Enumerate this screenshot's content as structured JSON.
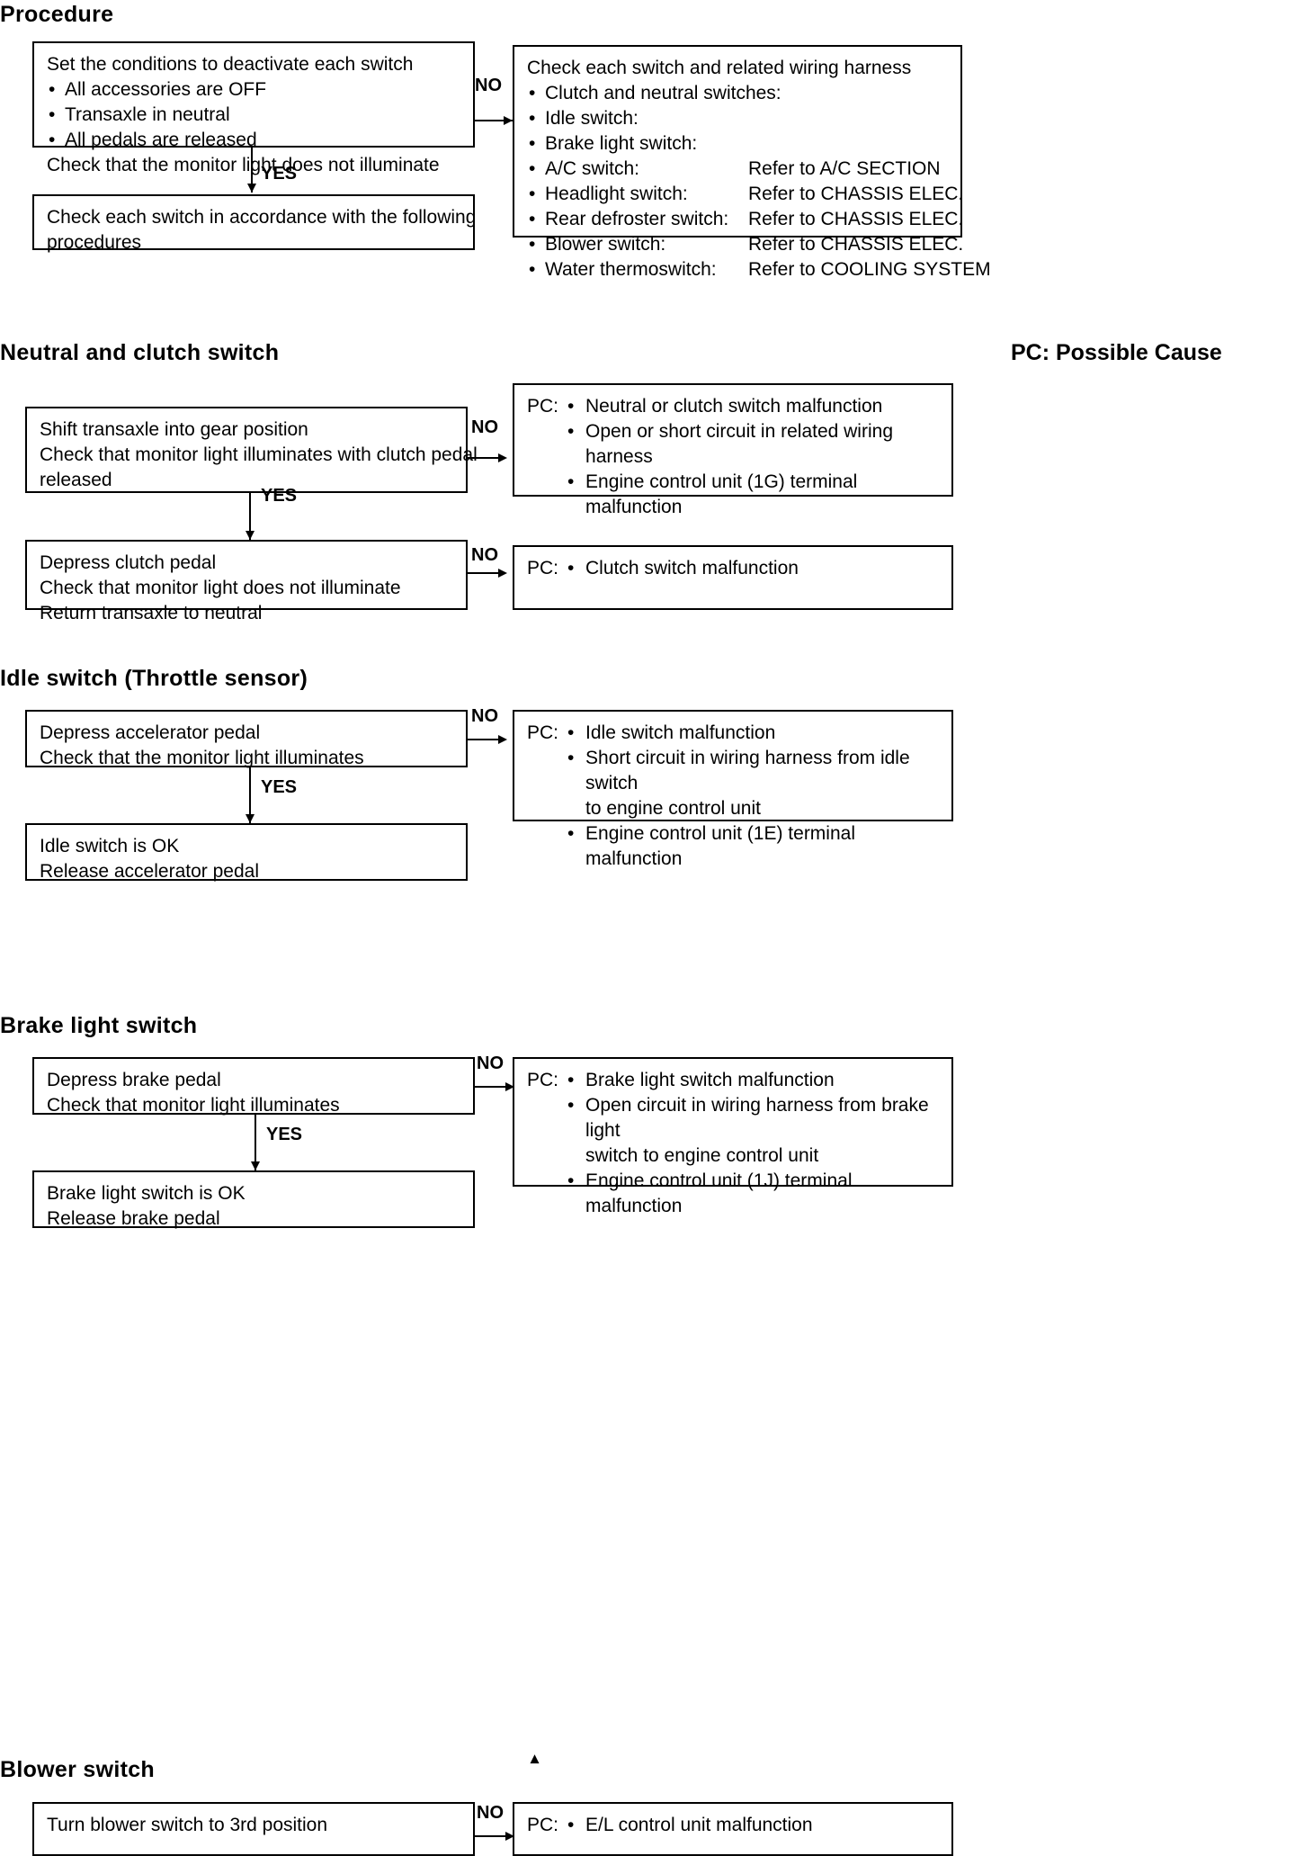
{
  "document": {
    "type": "automotive-service-manual-flowchart-page"
  },
  "sections": [
    {
      "id": "procedure",
      "heading": "Procedure",
      "legend": null,
      "boxes": {
        "step1": {
          "intro": "Set the conditions to deactivate each switch",
          "bullets": [
            "All accessories are OFF",
            "Transaxle in neutral",
            "All pedals are released"
          ],
          "outro": "Check that the monitor light does not illuminate"
        },
        "step2": {
          "lines": [
            "Check each switch in accordance with the following",
            "procedures"
          ]
        },
        "no_branch": {
          "intro": "Check each switch and related wiring harness",
          "items": [
            {
              "label": "Clutch and neutral switches:",
              "ref": ""
            },
            {
              "label": "Idle switch:",
              "ref": ""
            },
            {
              "label": "Brake light switch:",
              "ref": ""
            },
            {
              "label": "A/C switch:",
              "ref": "Refer to A/C SECTION"
            },
            {
              "label": "Headlight switch:",
              "ref": "Refer to CHASSIS ELEC."
            },
            {
              "label": "Rear defroster switch:",
              "ref": "Refer to CHASSIS ELEC."
            },
            {
              "label": "Blower switch:",
              "ref": "Refer to CHASSIS ELEC."
            },
            {
              "label": "Water thermoswitch:",
              "ref": "Refer to COOLING SYSTEM"
            }
          ]
        }
      },
      "edges": {
        "yes": "YES",
        "no": "NO"
      }
    },
    {
      "id": "neutral-clutch-switch",
      "heading": "Neutral and clutch switch",
      "legend": "PC: Possible Cause",
      "boxes": {
        "step1": {
          "lines": [
            "Shift transaxle into gear position",
            "Check that monitor light illuminates with clutch pedal",
            "released"
          ]
        },
        "step1_pc": {
          "label": "PC:",
          "causes": [
            "Neutral or clutch switch malfunction",
            "Open or short circuit in related wiring harness",
            "Engine control unit (1G) terminal malfunction"
          ]
        },
        "step2": {
          "lines": [
            "Depress clutch pedal",
            "Check that monitor light does not illuminate",
            "Return transaxle to neutral"
          ]
        },
        "step2_pc": {
          "label": "PC:",
          "causes": [
            "Clutch switch malfunction"
          ]
        }
      },
      "edges": {
        "yes": "YES",
        "no": "NO"
      }
    },
    {
      "id": "idle-switch",
      "heading": "Idle switch (Throttle sensor)",
      "legend": null,
      "boxes": {
        "step1": {
          "lines": [
            "Depress accelerator pedal",
            "Check that the monitor light illuminates"
          ]
        },
        "step1_pc": {
          "label": "PC:",
          "causes": [
            "Idle switch malfunction",
            "Short circuit in wiring harness from idle switch\nto engine control unit",
            "Engine control unit (1E) terminal malfunction"
          ]
        },
        "step2": {
          "lines": [
            "Idle switch is OK",
            "Release accelerator pedal"
          ]
        }
      },
      "edges": {
        "yes": "YES",
        "no": "NO"
      }
    },
    {
      "id": "brake-light-switch",
      "heading": "Brake light switch",
      "legend": null,
      "boxes": {
        "step1": {
          "lines": [
            "Depress brake pedal",
            "Check that monitor light illuminates"
          ]
        },
        "step1_pc": {
          "label": "PC:",
          "causes": [
            "Brake light switch malfunction",
            "Open circuit in wiring harness from brake light\nswitch to engine control unit",
            "Engine control unit (1J) terminal malfunction"
          ]
        },
        "step2": {
          "lines": [
            "Brake light switch is OK",
            "Release brake pedal"
          ]
        }
      },
      "edges": {
        "yes": "YES",
        "no": "NO"
      }
    },
    {
      "id": "blower-switch",
      "heading": "Blower switch",
      "legend": null,
      "boxes": {
        "step1": {
          "lines": [
            "Turn blower switch to 3rd position"
          ]
        },
        "step1_pc": {
          "label": "PC:",
          "causes": [
            "E/L control unit malfunction"
          ]
        }
      },
      "edges": {
        "no": "NO"
      }
    }
  ]
}
